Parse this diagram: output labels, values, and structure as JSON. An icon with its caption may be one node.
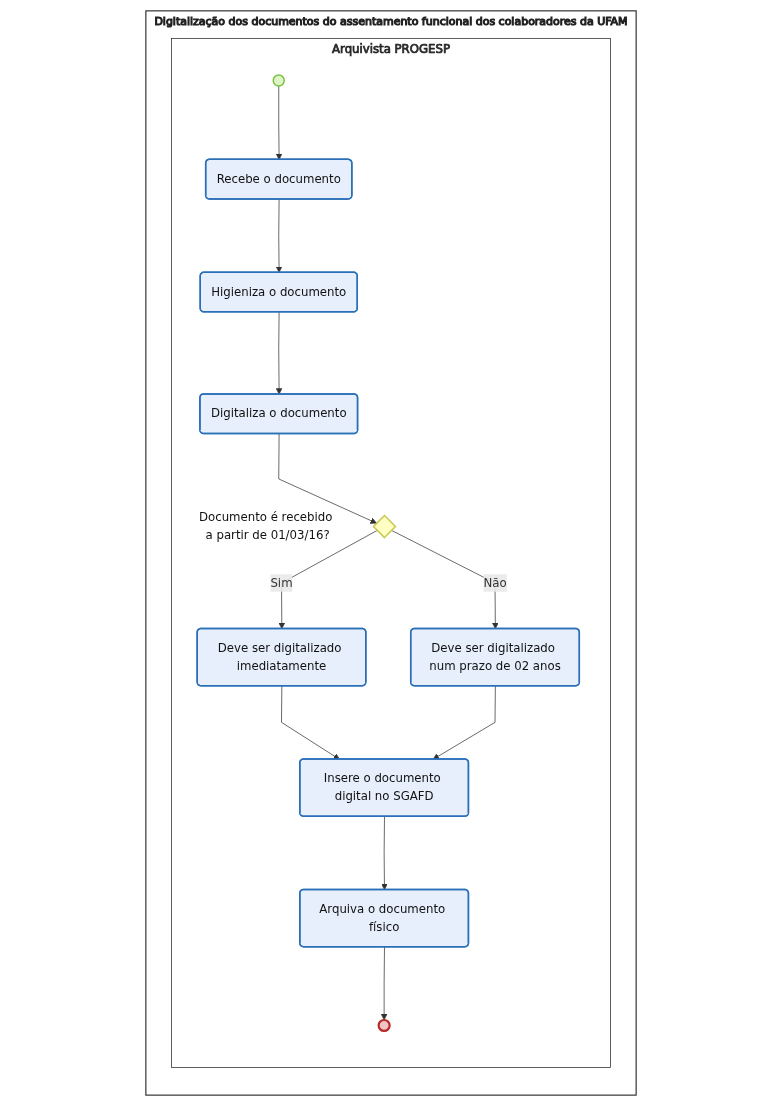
{
  "diagram": {
    "nodes": [
      {
        "text": [
          "Digitalização dos documentos do assentamento funcional dos colaboradores da UFAM"
        ]
      },
      {
        "text": [
          "Arquivista PROGESP"
        ],
        "in": 0
      },
      {
        "text": [],
        "shape": "circle",
        "in": 1
      },
      {
        "text": [
          "Recebe o documento"
        ],
        "in": 1
      },
      {
        "text": [
          "Higieniza o documento"
        ],
        "in": 1
      },
      {
        "text": [
          "Digitaliza o documento"
        ],
        "in": 1
      },
      {
        "text": [],
        "shape": "diamond",
        "beside": [
          "Documento é recebido a partir de 01/03/16?"
        ],
        "in": 1
      },
      {
        "text": [
          "Deve ser digitalizado imediatamente"
        ],
        "in": 1
      },
      {
        "text": [
          "Deve ser digitalizado num prazo de 02 anos"
        ],
        "in": 1
      },
      {
        "text": [
          "Insere o documento digital no SGAFD"
        ],
        "in": 1
      },
      {
        "text": [
          "Arquiva o documento físico"
        ],
        "in": 1
      },
      {
        "text": [],
        "shape": "circle",
        "in": 1
      }
    ],
    "edges": [
      {
        "from": 2,
        "to": 3,
        "arrow": "to"
      },
      {
        "from": 3,
        "to": 4,
        "arrow": "to"
      },
      {
        "from": 4,
        "to": 5,
        "arrow": "to"
      },
      {
        "from": 5,
        "to": 6,
        "arrow": "to"
      },
      {
        "from": 6,
        "to": 7,
        "label": "Sim",
        "arrow": "to"
      },
      {
        "from": 6,
        "to": 8,
        "label": "Não",
        "arrow": "to"
      },
      {
        "from": 7,
        "to": 9,
        "arrow": "to"
      },
      {
        "from": 8,
        "to": 9,
        "arrow": "to"
      },
      {
        "from": 9,
        "to": 10,
        "arrow": "to"
      },
      {
        "from": 10,
        "to": 11,
        "arrow": "to"
      }
    ]
  }
}
